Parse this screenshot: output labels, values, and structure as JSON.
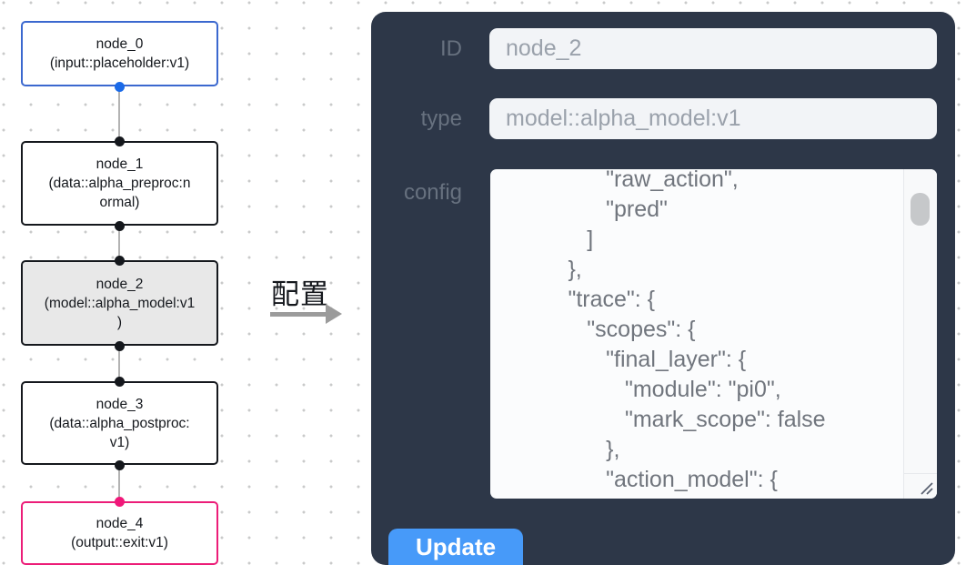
{
  "flow": {
    "nodes": [
      {
        "id": "node_0",
        "label": "node_0\n(input::placeholder:v1)"
      },
      {
        "id": "node_1",
        "label": "node_1\n(data::alpha_preproc:n\normal)"
      },
      {
        "id": "node_2",
        "label": "node_2\n(model::alpha_model:v1\n)"
      },
      {
        "id": "node_3",
        "label": "node_3\n(data::alpha_postproc:\nv1)"
      },
      {
        "id": "node_4",
        "label": "node_4\n(output::exit:v1)"
      }
    ]
  },
  "annotation": {
    "label": "配置"
  },
  "panel": {
    "id_field": {
      "label": "ID",
      "value": "node_2"
    },
    "type_field": {
      "label": "type",
      "value": "model::alpha_model:v1"
    },
    "config_field": {
      "label": "config",
      "lines": [
        "                \"raw_action\",",
        "                \"pred\"",
        "             ]",
        "          },",
        "          \"trace\": {",
        "             \"scopes\": {",
        "                \"final_layer\": {",
        "                   \"module\": \"pi0\",",
        "                   \"mark_scope\": false",
        "                },",
        "                \"action_model\": {"
      ]
    },
    "update_button": "Update"
  },
  "colors": {
    "panel_background": "#2d3748",
    "update_button": "#479af9",
    "input_node_border": "#3b68cf",
    "output_node_border": "#ec1d78",
    "selected_node_background": "#e8e8e8",
    "handle_blue": "#1a6ae8",
    "handle_pink": "#f01879"
  }
}
